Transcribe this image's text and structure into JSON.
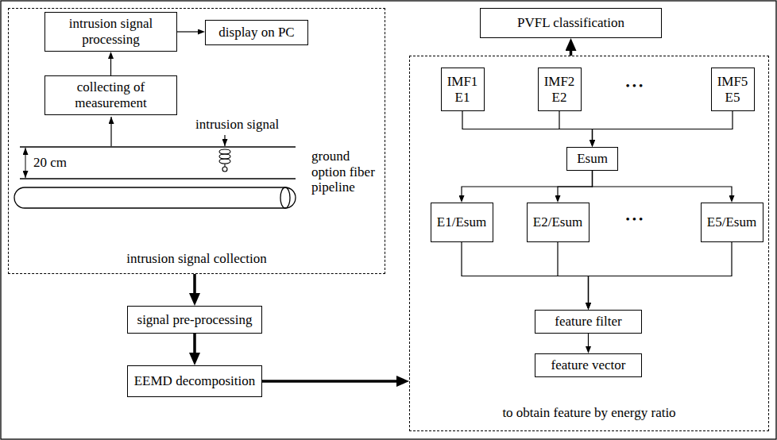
{
  "diagram": {
    "nodes": [
      {
        "text": [
          "intrusion signal collection"
        ]
      },
      {
        "text": [
          "intrusion signal processing"
        ],
        "in": 0
      },
      {
        "text": [
          "display on PC"
        ],
        "in": 0
      },
      {
        "text": [
          "collecting of measurement"
        ],
        "in": 0
      },
      {
        "text": [
          "signal pre-processing"
        ]
      },
      {
        "text": [
          "EEMD decomposition"
        ]
      },
      {
        "text": [
          "PVFL classification"
        ]
      },
      {
        "text": [
          "to obtain feature by energy ratio"
        ]
      },
      {
        "text": [
          "IMF1",
          "E1"
        ],
        "in": 7
      },
      {
        "text": [
          "IMF2",
          "E2"
        ],
        "in": 7
      },
      {
        "text": [
          "IMF5",
          "E5"
        ],
        "in": 7
      },
      {
        "text": [
          "Esum"
        ],
        "in": 7
      },
      {
        "text": [
          "E1/Esum"
        ],
        "in": 7
      },
      {
        "text": [
          "E2/Esum"
        ],
        "in": 7
      },
      {
        "text": [
          "E5/Esum"
        ],
        "in": 7
      },
      {
        "text": [
          "feature filter"
        ],
        "in": 7
      },
      {
        "text": [
          "feature vector"
        ],
        "in": 7
      }
    ],
    "edges": [
      {
        "from": 3,
        "to": 1,
        "arrow": "to"
      },
      {
        "from": 1,
        "to": 2,
        "arrow": "to"
      },
      {
        "from": 0,
        "to": 4,
        "arrow": "to"
      },
      {
        "from": 4,
        "to": 5,
        "arrow": "to"
      },
      {
        "from": 5,
        "to": 7,
        "arrow": "to"
      },
      {
        "from": 7,
        "to": 6,
        "arrow": "to"
      },
      {
        "from": 8,
        "to": 11,
        "arrow": "to"
      },
      {
        "from": 9,
        "to": 11,
        "arrow": "to"
      },
      {
        "from": 10,
        "to": 11,
        "arrow": "to"
      },
      {
        "from": 11,
        "to": 12,
        "arrow": "to"
      },
      {
        "from": 11,
        "to": 13,
        "arrow": "to"
      },
      {
        "from": 11,
        "to": 14,
        "arrow": "to"
      },
      {
        "from": 12,
        "to": 15,
        "arrow": "to"
      },
      {
        "from": 13,
        "to": 15,
        "arrow": "to"
      },
      {
        "from": 14,
        "to": 15,
        "arrow": "to"
      },
      {
        "from": 15,
        "to": 16,
        "arrow": "to"
      }
    ],
    "labels": [
      "intrusion signal",
      "20 cm",
      "ground option fiber pipeline",
      "•••",
      "•••"
    ]
  }
}
